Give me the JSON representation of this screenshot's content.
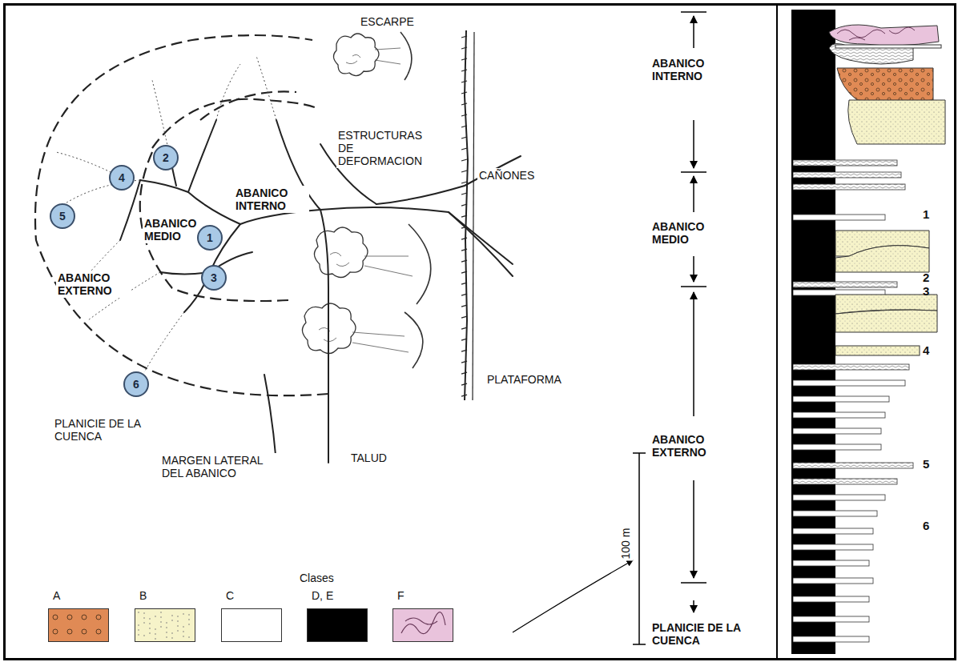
{
  "diagram": {
    "nodes": [
      {
        "text": [
          "2"
        ]
      },
      {
        "text": [
          "4"
        ]
      },
      {
        "text": [
          "5"
        ]
      },
      {
        "text": [
          "1"
        ]
      },
      {
        "text": [
          "3"
        ]
      },
      {
        "text": [
          "6"
        ]
      }
    ],
    "labels": [
      "ESCARPE",
      "ESTRUCTURAS DE DEFORMACION",
      "CAÑONES",
      "ABANICO INTERNO",
      "ABANICO MEDIO",
      "ABANICO EXTERNO",
      "PLATAFORMA",
      "PLANICIE DE LA CUENCA",
      "MARGEN LATERAL DEL ABANICO",
      "TALUD",
      "100 m",
      "Clases",
      "ABANICO INTERNO",
      "ABANICO MEDIO",
      "ABANICO EXTERNO",
      "PLANICIE DE LA CUENCA",
      "1",
      "2",
      "3",
      "4",
      "5",
      "6"
    ],
    "legend": [
      {
        "text": "A",
        "color": "#e08a55"
      },
      {
        "text": "B",
        "color": "#f6f3c9"
      },
      {
        "text": "C",
        "color": "#ffffff"
      },
      {
        "text": "D, E",
        "color": "#000000"
      },
      {
        "text": "F",
        "color": "#e9c3dc"
      }
    ]
  }
}
